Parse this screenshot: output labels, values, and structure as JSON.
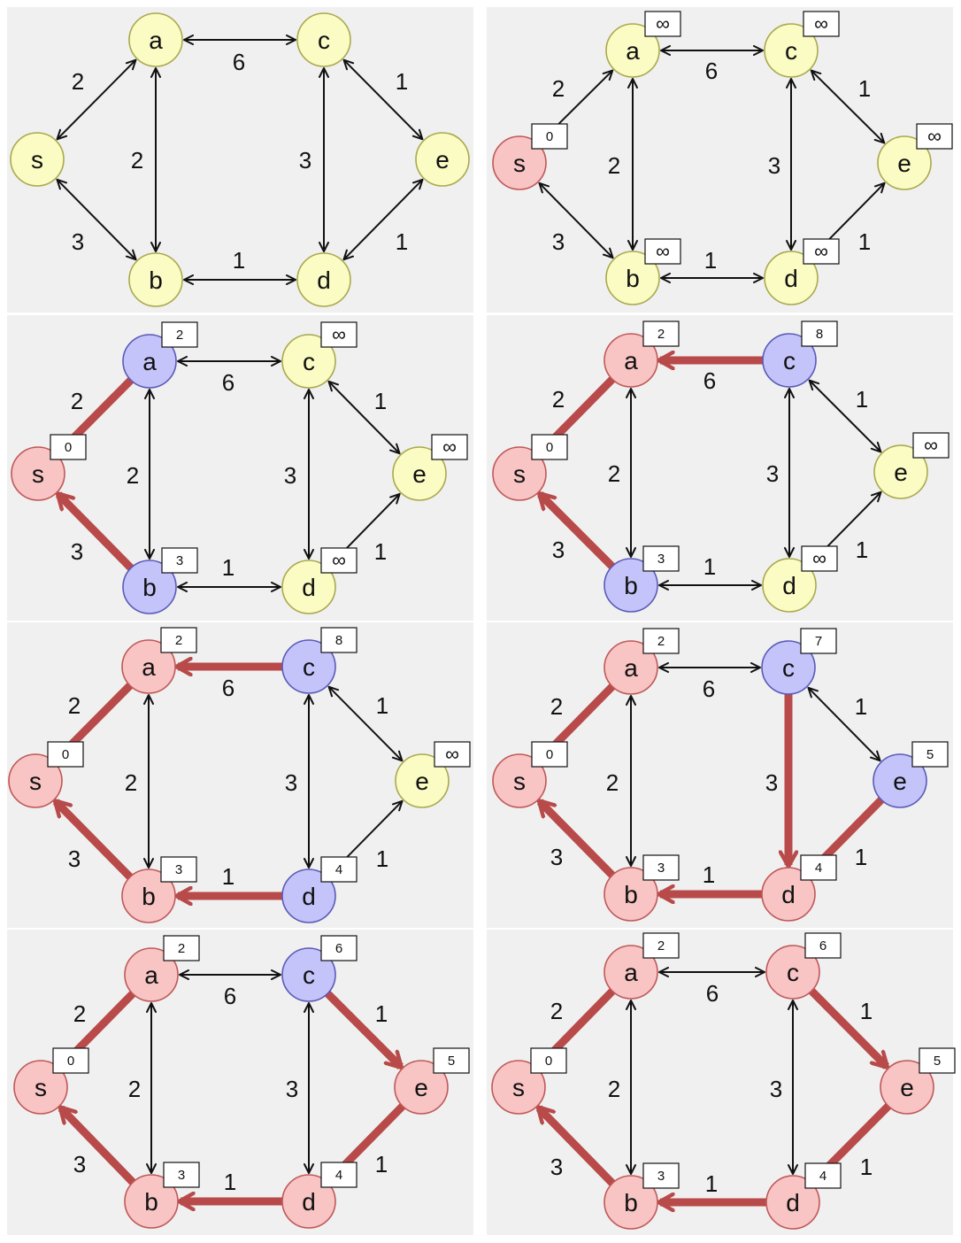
{
  "colors": {
    "panel_background": "#f0f0f0",
    "unvisited_fill": "#fbfbc4",
    "unvisited_stroke": "#a9a94e",
    "frontier_fill": "#c4c4fb",
    "frontier_stroke": "#5a5ab8",
    "settled_fill": "#f8c4c4",
    "settled_stroke": "#c05858",
    "tree_edge": "#b84a4a",
    "edge": "#111111"
  },
  "edges": [
    {
      "id": "s-a",
      "from": "s",
      "to": "a",
      "weight": "2"
    },
    {
      "id": "s-b",
      "from": "s",
      "to": "b",
      "weight": "3"
    },
    {
      "id": "a-b",
      "from": "a",
      "to": "b",
      "weight": "2"
    },
    {
      "id": "a-c",
      "from": "a",
      "to": "c",
      "weight": "6"
    },
    {
      "id": "b-d",
      "from": "b",
      "to": "d",
      "weight": "1"
    },
    {
      "id": "c-d",
      "from": "c",
      "to": "d",
      "weight": "3"
    },
    {
      "id": "c-e",
      "from": "c",
      "to": "e",
      "weight": "1"
    },
    {
      "id": "d-e",
      "from": "d",
      "to": "e",
      "weight": "1"
    }
  ],
  "nodes": [
    "s",
    "a",
    "b",
    "c",
    "d",
    "e"
  ],
  "panels": [
    {
      "states": {
        "s": "unvisited",
        "a": "unvisited",
        "b": "unvisited",
        "c": "unvisited",
        "d": "unvisited",
        "e": "unvisited"
      },
      "dist": {},
      "tree": [],
      "directed": {}
    },
    {
      "states": {
        "s": "settled",
        "a": "unvisited",
        "b": "unvisited",
        "c": "unvisited",
        "d": "unvisited",
        "e": "unvisited"
      },
      "dist": {
        "s": "0",
        "a": "∞",
        "b": "∞",
        "c": "∞",
        "d": "∞",
        "e": "∞"
      },
      "tree": [],
      "directed": {
        "s-a": "a",
        "d-e": "e"
      }
    },
    {
      "states": {
        "s": "settled",
        "a": "frontier",
        "b": "frontier",
        "c": "unvisited",
        "d": "unvisited",
        "e": "unvisited"
      },
      "dist": {
        "s": "0",
        "a": "2",
        "b": "3",
        "c": "∞",
        "d": "∞",
        "e": "∞"
      },
      "tree": [
        {
          "from": "a",
          "to": "s"
        },
        {
          "from": "b",
          "to": "s"
        }
      ],
      "directed": {
        "d-e": "e"
      }
    },
    {
      "states": {
        "s": "settled",
        "a": "settled",
        "b": "frontier",
        "c": "frontier",
        "d": "unvisited",
        "e": "unvisited"
      },
      "dist": {
        "s": "0",
        "a": "2",
        "b": "3",
        "c": "8",
        "d": "∞",
        "e": "∞"
      },
      "tree": [
        {
          "from": "a",
          "to": "s"
        },
        {
          "from": "b",
          "to": "s"
        },
        {
          "from": "c",
          "to": "a"
        }
      ],
      "directed": {
        "d-e": "e"
      }
    },
    {
      "states": {
        "s": "settled",
        "a": "settled",
        "b": "settled",
        "c": "frontier",
        "d": "frontier",
        "e": "unvisited"
      },
      "dist": {
        "s": "0",
        "a": "2",
        "b": "3",
        "c": "8",
        "d": "4",
        "e": "∞"
      },
      "tree": [
        {
          "from": "a",
          "to": "s"
        },
        {
          "from": "b",
          "to": "s"
        },
        {
          "from": "c",
          "to": "a"
        },
        {
          "from": "d",
          "to": "b"
        }
      ],
      "directed": {
        "d-e": "e"
      }
    },
    {
      "states": {
        "s": "settled",
        "a": "settled",
        "b": "settled",
        "c": "frontier",
        "d": "settled",
        "e": "frontier"
      },
      "dist": {
        "s": "0",
        "a": "2",
        "b": "3",
        "c": "7",
        "d": "4",
        "e": "5"
      },
      "tree": [
        {
          "from": "a",
          "to": "s"
        },
        {
          "from": "b",
          "to": "s"
        },
        {
          "from": "d",
          "to": "b"
        },
        {
          "from": "c",
          "to": "d"
        },
        {
          "from": "e",
          "to": "d"
        }
      ],
      "directed": {}
    },
    {
      "states": {
        "s": "settled",
        "a": "settled",
        "b": "settled",
        "c": "frontier",
        "d": "settled",
        "e": "settled"
      },
      "dist": {
        "s": "0",
        "a": "2",
        "b": "3",
        "c": "6",
        "d": "4",
        "e": "5"
      },
      "tree": [
        {
          "from": "a",
          "to": "s"
        },
        {
          "from": "b",
          "to": "s"
        },
        {
          "from": "d",
          "to": "b"
        },
        {
          "from": "c",
          "to": "e"
        },
        {
          "from": "e",
          "to": "d"
        }
      ],
      "directed": {}
    },
    {
      "states": {
        "s": "settled",
        "a": "settled",
        "b": "settled",
        "c": "settled",
        "d": "settled",
        "e": "settled"
      },
      "dist": {
        "s": "0",
        "a": "2",
        "b": "3",
        "c": "6",
        "d": "4",
        "e": "5"
      },
      "tree": [
        {
          "from": "a",
          "to": "s"
        },
        {
          "from": "b",
          "to": "s"
        },
        {
          "from": "d",
          "to": "b"
        },
        {
          "from": "c",
          "to": "e"
        },
        {
          "from": "e",
          "to": "d"
        }
      ],
      "directed": {}
    }
  ]
}
